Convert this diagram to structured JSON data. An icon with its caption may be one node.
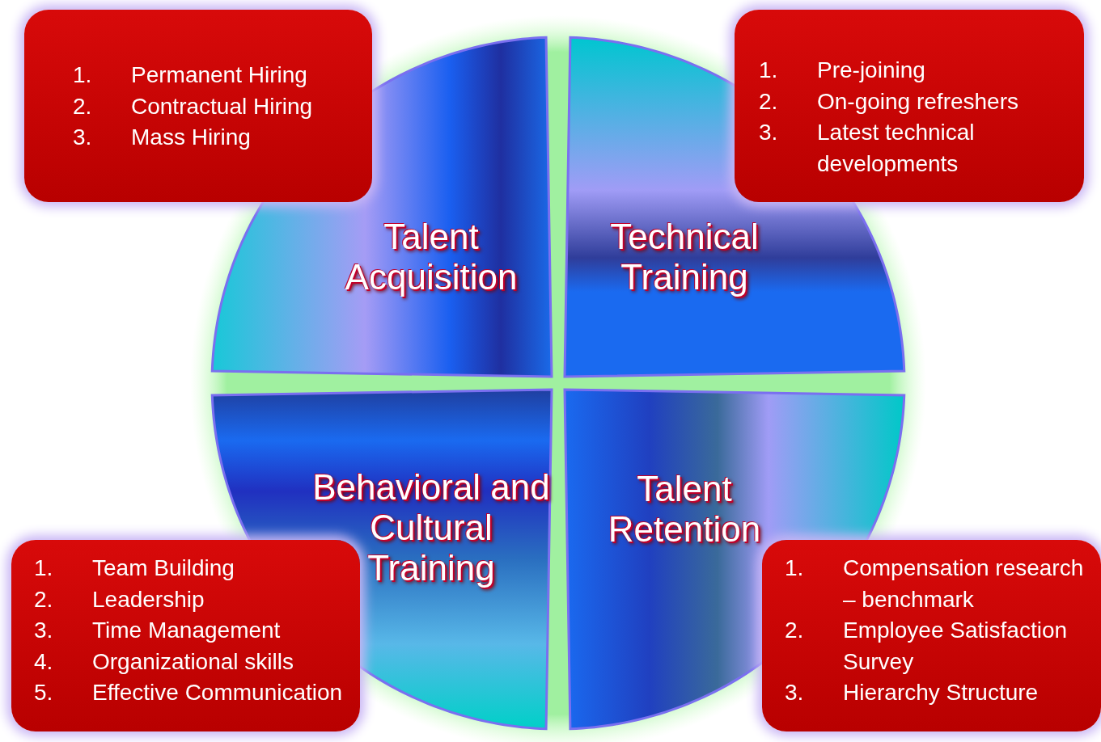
{
  "diagram": {
    "nodes": [
      {
        "text": [
          "Talent Acquisition"
        ]
      },
      {
        "text": [
          "Technical Training"
        ]
      },
      {
        "text": [
          "Behavioral and Cultural Training"
        ]
      },
      {
        "text": [
          "Talent Retention"
        ]
      },
      {
        "text": [
          "1. Permanent Hiring",
          "2. Contractual Hiring",
          "3. Mass Hiring"
        ]
      },
      {
        "text": [
          "1. Pre-joining",
          "2. On-going refreshers",
          "3. Latest technical developments"
        ]
      },
      {
        "text": [
          "1. Team Building",
          "2. Leadership",
          "3. Time Management",
          "4. Organizational skills",
          "5. Effective Communication"
        ]
      },
      {
        "text": [
          "1. Compensation research – benchmark",
          "2. Employee Satisfaction Survey",
          "3. Hierarchy Structure"
        ]
      }
    ]
  }
}
